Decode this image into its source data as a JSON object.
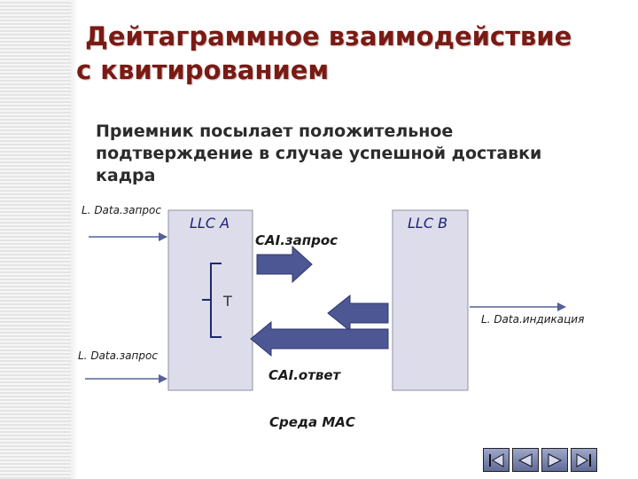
{
  "title": {
    "line1": "Дейтаграммное взаимодействие",
    "line2": "с квитированием"
  },
  "subtitle": "Приемник посылает положительное подтверждение в случае успешной доставки кадра",
  "diagram": {
    "llc_a": "LLC A",
    "llc_b": "LLC B",
    "cai_request": "CAI.запрос",
    "cai_reply": "CAI.ответ",
    "timer": "T",
    "medium": "Среда МАС",
    "input_top_prefix": "L. Data.",
    "input_top_suffix": "запрос",
    "input_bottom_prefix": "L. Data.",
    "input_bottom_suffix": "запрос",
    "output_prefix": "L. Data.",
    "output_suffix": "индикация"
  },
  "colors": {
    "title": "#7a1a14",
    "block_fill": "#dcdcea",
    "big_arrow": "#4c5794",
    "line_arrow": "#53609b"
  },
  "nav": {
    "buttons": [
      "first-icon",
      "previous-icon",
      "next-icon",
      "last-icon"
    ]
  }
}
